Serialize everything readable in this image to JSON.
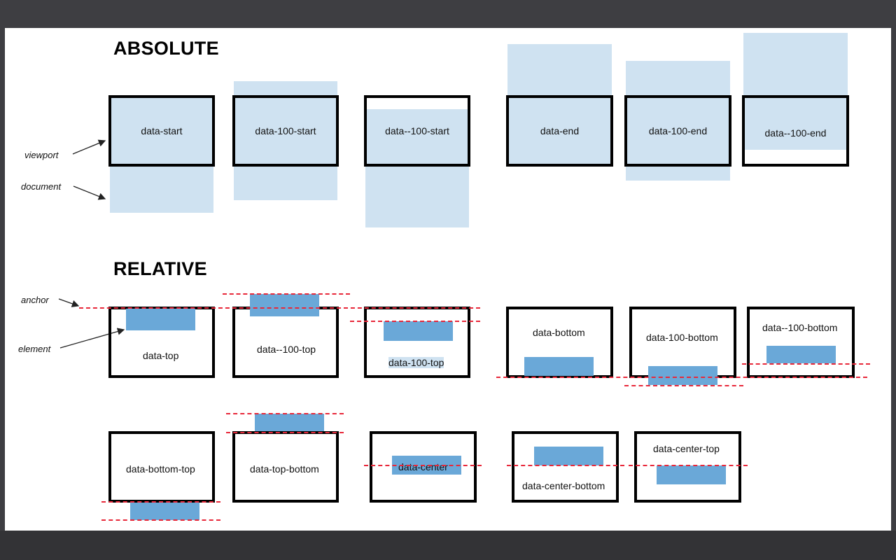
{
  "headings": {
    "absolute": "ABSOLUTE",
    "relative": "RELATIVE"
  },
  "side_labels": {
    "viewport": "viewport",
    "document": "document",
    "anchor": "anchor",
    "element": "element"
  },
  "absolute_boxes": [
    {
      "label": "data-start"
    },
    {
      "label": "data-100-start"
    },
    {
      "label": "data--100-start"
    },
    {
      "label": "data-end"
    },
    {
      "label": "data-100-end"
    },
    {
      "label": "data--100-end"
    }
  ],
  "relative_boxes": [
    {
      "label": "data-top"
    },
    {
      "label": "data--100-top"
    },
    {
      "label": "data-100-top"
    },
    {
      "label": "data-bottom"
    },
    {
      "label": "data-100-bottom"
    },
    {
      "label": "data--100-bottom"
    },
    {
      "label": "data-bottom-top"
    },
    {
      "label": "data-top-bottom"
    },
    {
      "label": "data-center"
    },
    {
      "label": "data-center-bottom"
    },
    {
      "label": "data-center-top"
    }
  ],
  "colors": {
    "document_fill": "#cfe2f1",
    "element_fill": "#6aa8d8",
    "anchor_line": "#e8283a",
    "border": "#000000"
  }
}
